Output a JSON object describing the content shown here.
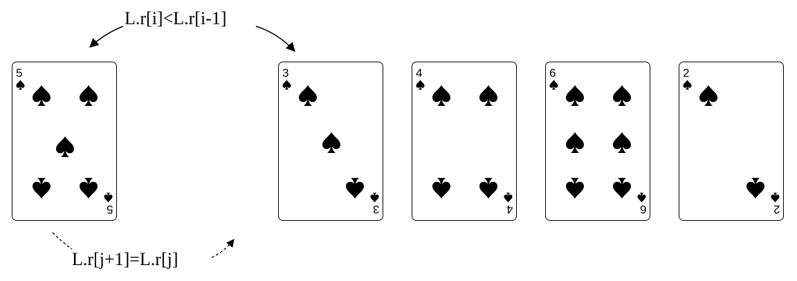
{
  "annotations": {
    "top": "L.r[i]<L.r[i-1]",
    "bottom": "L.r[j+1]=L.r[j]"
  },
  "cards": [
    {
      "rank": "5",
      "suit": "spade-icon"
    },
    {
      "rank": "3",
      "suit": "spade-icon"
    },
    {
      "rank": "4",
      "suit": "spade-icon"
    },
    {
      "rank": "6",
      "suit": "spade-icon"
    },
    {
      "rank": "2",
      "suit": "spade-icon"
    }
  ],
  "colors": {
    "ink": "#000000",
    "card_background": "#ffffff"
  }
}
